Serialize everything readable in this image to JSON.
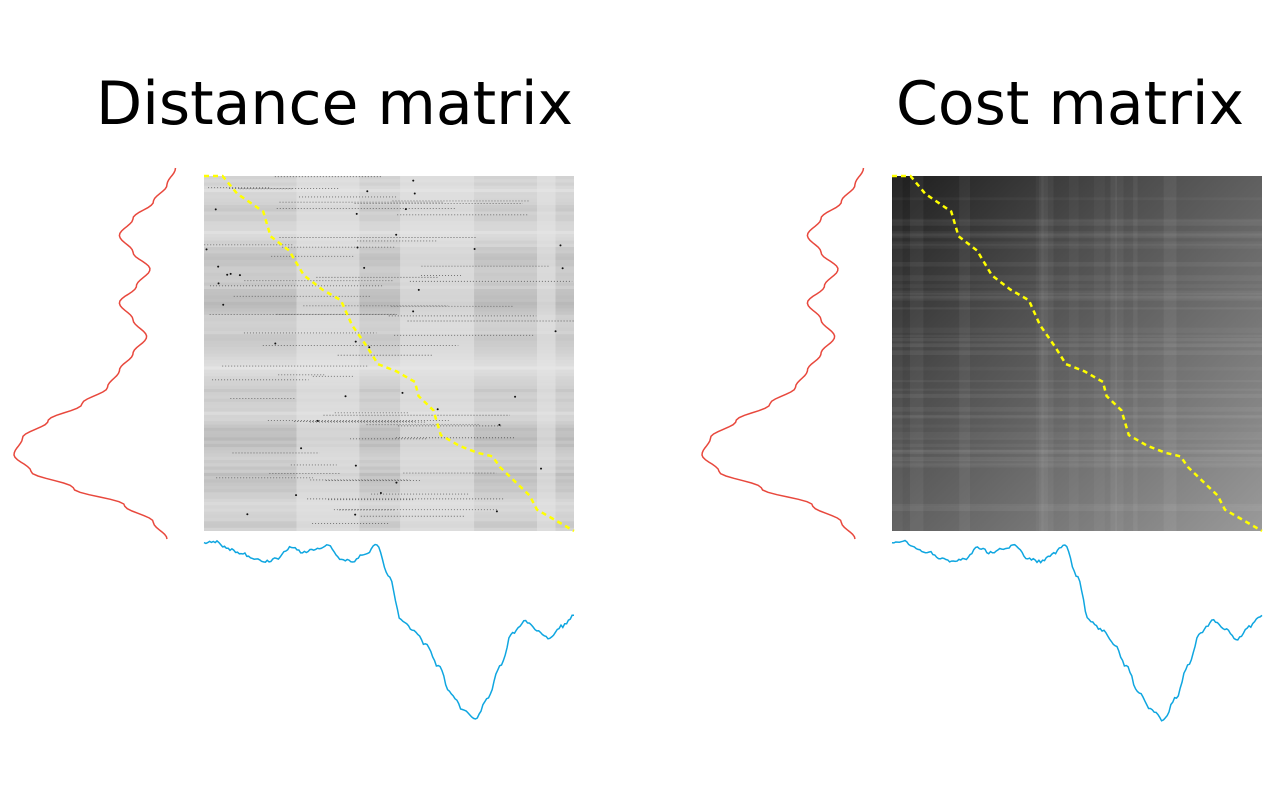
{
  "colors": {
    "query_signal": "#e8483d",
    "reference_signal": "#0fa6e0",
    "warping_path": "#ffff00",
    "background": "#ffffff"
  },
  "chart_data": [
    {
      "type": "heatmap",
      "title": "Distance matrix",
      "colormap": "gray",
      "grid": false,
      "row_signal": [
        0.95,
        0.9,
        0.82,
        0.7,
        0.62,
        0.7,
        0.8,
        0.72,
        0.62,
        0.7,
        0.78,
        0.7,
        0.62,
        0.55,
        0.4,
        0.2,
        0.05,
        0.0,
        0.1,
        0.35,
        0.65,
        0.82,
        0.9
      ],
      "column_signal": [
        0.98,
        0.99,
        0.95,
        0.93,
        0.9,
        0.88,
        0.9,
        0.96,
        0.93,
        0.95,
        0.97,
        0.9,
        0.88,
        0.92,
        0.97,
        0.8,
        0.55,
        0.5,
        0.42,
        0.3,
        0.15,
        0.06,
        0.0,
        0.12,
        0.3,
        0.48,
        0.55,
        0.5,
        0.45,
        0.52,
        0.58
      ],
      "warping_path": [
        [
          0,
          0
        ],
        [
          0.05,
          0.0
        ],
        [
          0.09,
          0.05
        ],
        [
          0.16,
          0.1
        ],
        [
          0.18,
          0.17
        ],
        [
          0.23,
          0.21
        ],
        [
          0.27,
          0.28
        ],
        [
          0.32,
          0.32
        ],
        [
          0.37,
          0.35
        ],
        [
          0.4,
          0.42
        ],
        [
          0.44,
          0.48
        ],
        [
          0.47,
          0.53
        ],
        [
          0.52,
          0.55
        ],
        [
          0.57,
          0.58
        ],
        [
          0.58,
          0.62
        ],
        [
          0.62,
          0.66
        ],
        [
          0.64,
          0.73
        ],
        [
          0.69,
          0.76
        ],
        [
          0.74,
          0.78
        ],
        [
          0.78,
          0.79
        ],
        [
          0.8,
          0.82
        ],
        [
          0.85,
          0.87
        ],
        [
          0.88,
          0.9
        ],
        [
          0.9,
          0.94
        ],
        [
          0.95,
          0.97
        ],
        [
          1.0,
          1.0
        ]
      ]
    },
    {
      "type": "heatmap",
      "title": "Cost matrix",
      "colormap": "gray",
      "grid": false,
      "row_signal": [
        0.95,
        0.9,
        0.82,
        0.7,
        0.62,
        0.7,
        0.8,
        0.72,
        0.62,
        0.7,
        0.78,
        0.7,
        0.62,
        0.55,
        0.4,
        0.2,
        0.05,
        0.0,
        0.1,
        0.35,
        0.65,
        0.82,
        0.9
      ],
      "column_signal": [
        0.98,
        0.99,
        0.95,
        0.93,
        0.9,
        0.88,
        0.9,
        0.96,
        0.93,
        0.95,
        0.97,
        0.9,
        0.88,
        0.92,
        0.97,
        0.8,
        0.55,
        0.5,
        0.42,
        0.3,
        0.15,
        0.06,
        0.0,
        0.12,
        0.3,
        0.48,
        0.55,
        0.5,
        0.45,
        0.52,
        0.58
      ],
      "warping_path": [
        [
          0,
          0
        ],
        [
          0.05,
          0.0
        ],
        [
          0.09,
          0.05
        ],
        [
          0.16,
          0.1
        ],
        [
          0.18,
          0.17
        ],
        [
          0.23,
          0.21
        ],
        [
          0.27,
          0.28
        ],
        [
          0.32,
          0.32
        ],
        [
          0.37,
          0.35
        ],
        [
          0.4,
          0.42
        ],
        [
          0.44,
          0.48
        ],
        [
          0.47,
          0.53
        ],
        [
          0.52,
          0.55
        ],
        [
          0.57,
          0.58
        ],
        [
          0.58,
          0.62
        ],
        [
          0.62,
          0.66
        ],
        [
          0.64,
          0.73
        ],
        [
          0.69,
          0.76
        ],
        [
          0.74,
          0.78
        ],
        [
          0.78,
          0.79
        ],
        [
          0.8,
          0.82
        ],
        [
          0.85,
          0.87
        ],
        [
          0.88,
          0.9
        ],
        [
          0.9,
          0.94
        ],
        [
          0.95,
          0.97
        ],
        [
          1.0,
          1.0
        ]
      ]
    }
  ]
}
